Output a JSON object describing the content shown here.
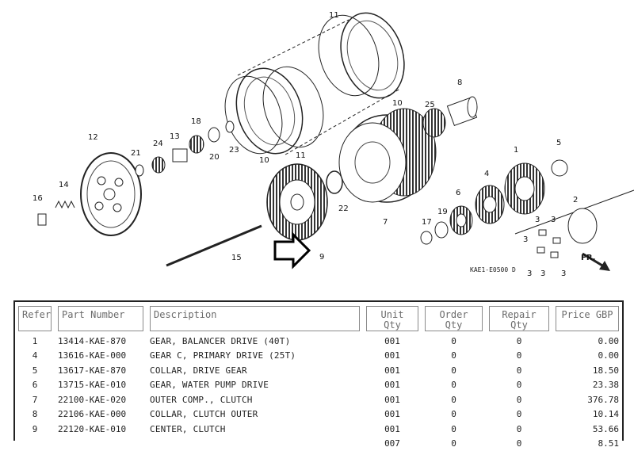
{
  "diagram": {
    "callouts": [
      "11",
      "8",
      "10",
      "25",
      "12",
      "21",
      "24",
      "13",
      "18",
      "20",
      "23",
      "11",
      "10",
      "1",
      "5",
      "16",
      "14",
      "22",
      "4",
      "6",
      "7",
      "2",
      "17",
      "19",
      "3",
      "3",
      "3",
      "3",
      "3",
      "3",
      "15",
      "9"
    ],
    "drawing_code": "KAE1-E0500 D",
    "direction_label": "FR."
  },
  "table": {
    "columns": [
      {
        "label": "Refer"
      },
      {
        "label": "Part Number"
      },
      {
        "label": "Description"
      },
      {
        "label": "Unit Qty"
      },
      {
        "label": "Order Qty"
      },
      {
        "label": "Repair Qty"
      },
      {
        "label": "Price GBP"
      }
    ],
    "rows": [
      {
        "ref": "1",
        "part_number": "13414-KAE-870",
        "description": "GEAR, BALANCER DRIVE (40T)",
        "unit_qty": "001",
        "order_qty": "0",
        "repair_qty": "0",
        "price": "0.00"
      },
      {
        "ref": "4",
        "part_number": "13616-KAE-000",
        "description": "GEAR C, PRIMARY DRIVE (25T)",
        "unit_qty": "001",
        "order_qty": "0",
        "repair_qty": "0",
        "price": "0.00"
      },
      {
        "ref": "5",
        "part_number": "13617-KAE-870",
        "description": "COLLAR, DRIVE GEAR",
        "unit_qty": "001",
        "order_qty": "0",
        "repair_qty": "0",
        "price": "18.50"
      },
      {
        "ref": "6",
        "part_number": "13715-KAE-010",
        "description": "GEAR, WATER PUMP DRIVE",
        "unit_qty": "001",
        "order_qty": "0",
        "repair_qty": "0",
        "price": "23.38"
      },
      {
        "ref": "7",
        "part_number": "22100-KAE-020",
        "description": "OUTER COMP., CLUTCH",
        "unit_qty": "001",
        "order_qty": "0",
        "repair_qty": "0",
        "price": "376.78"
      },
      {
        "ref": "8",
        "part_number": "22106-KAE-000",
        "description": "COLLAR, CLUTCH OUTER",
        "unit_qty": "001",
        "order_qty": "0",
        "repair_qty": "0",
        "price": "10.14"
      },
      {
        "ref": "9",
        "part_number": "22120-KAE-010",
        "description": "CENTER, CLUTCH",
        "unit_qty": "001",
        "order_qty": "0",
        "repair_qty": "0",
        "price": "53.66"
      },
      {
        "ref": "",
        "part_number": "",
        "description": "",
        "unit_qty": "007",
        "order_qty": "0",
        "repair_qty": "0",
        "price": "8.51"
      }
    ]
  }
}
